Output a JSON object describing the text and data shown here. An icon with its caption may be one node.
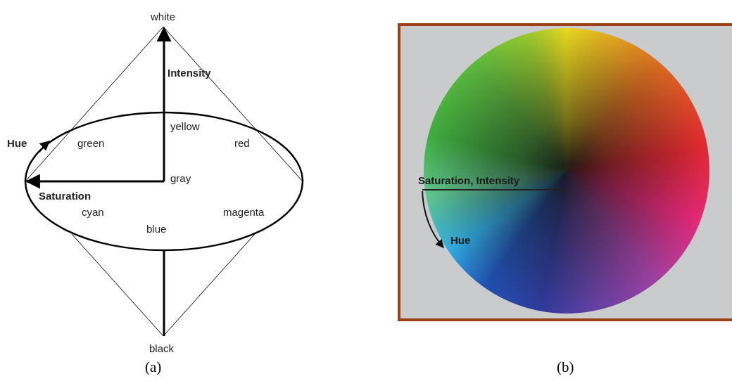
{
  "diagram": {
    "labels": [
      "white",
      "Intensity",
      "yellow",
      "Hue",
      "green",
      "red",
      "gray",
      "Saturation",
      "cyan",
      "magenta",
      "blue",
      "black",
      "(a)",
      "Saturation, Intensity",
      "Hue",
      "(b)"
    ]
  }
}
